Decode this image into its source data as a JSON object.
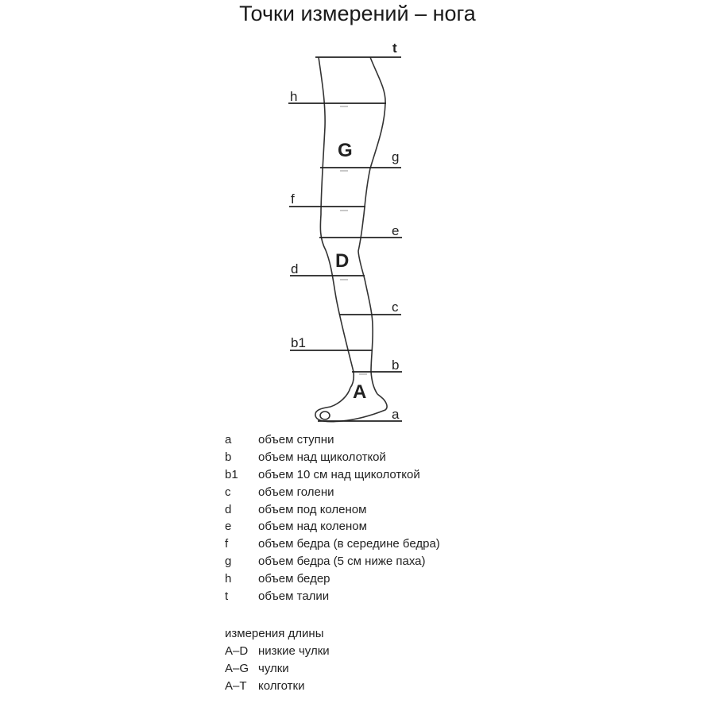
{
  "title": "Точки измерений – нога",
  "diagram": {
    "lines": [
      "t",
      "h",
      "g",
      "f",
      "e",
      "d",
      "c",
      "b1",
      "b",
      "a"
    ],
    "regions": [
      "G",
      "D",
      "A"
    ]
  },
  "legend": [
    {
      "code": "a",
      "text": "объем ступни"
    },
    {
      "code": "b",
      "text": "объем над щиколоткой"
    },
    {
      "code": "b1",
      "text": "объем 10 см над щиколоткой"
    },
    {
      "code": "c",
      "text": "объем голени"
    },
    {
      "code": "d",
      "text": "объем под коленом"
    },
    {
      "code": "e",
      "text": "объем над коленом"
    },
    {
      "code": "f",
      "text": "объем бедра (в середине бедра)"
    },
    {
      "code": "g",
      "text": "объем бедра (5 см ниже паха)"
    },
    {
      "code": "h",
      "text": "объем бедер"
    },
    {
      "code": "t",
      "text": "объем талии"
    }
  ],
  "length": {
    "title": "измерения длины",
    "items": [
      {
        "code": "A–D",
        "text": "низкие чулки"
      },
      {
        "code": "A–G",
        "text": "чулки"
      },
      {
        "code": "A–T",
        "text": "колготки"
      }
    ]
  }
}
